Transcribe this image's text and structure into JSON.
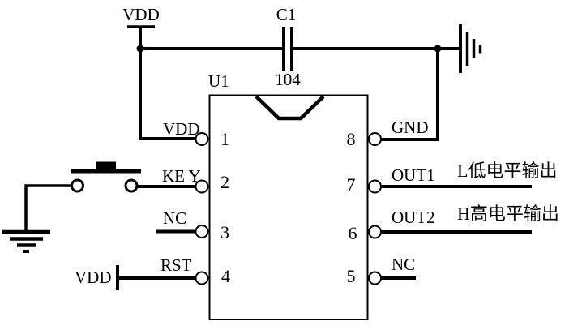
{
  "colors": {
    "ink": "#000000",
    "background": "#ffffff"
  },
  "schematic": {
    "top_power_label": "VDD",
    "capacitor": {
      "ref": "C1",
      "value": "104"
    },
    "ic": {
      "ref": "U1",
      "left_pins": [
        {
          "number": "1",
          "name": "VDD"
        },
        {
          "number": "2",
          "name": "KE Y"
        },
        {
          "number": "3",
          "name": "NC"
        },
        {
          "number": "4",
          "name": "RST"
        }
      ],
      "right_pins": [
        {
          "number": "8",
          "name": "GND"
        },
        {
          "number": "7",
          "name": "OUT1"
        },
        {
          "number": "6",
          "name": "OUT2"
        },
        {
          "number": "5",
          "name": "NC"
        }
      ]
    },
    "rst_power_label": "VDD",
    "annotations": {
      "out1": "L低电平输出",
      "out2": "H高电平输出"
    }
  }
}
